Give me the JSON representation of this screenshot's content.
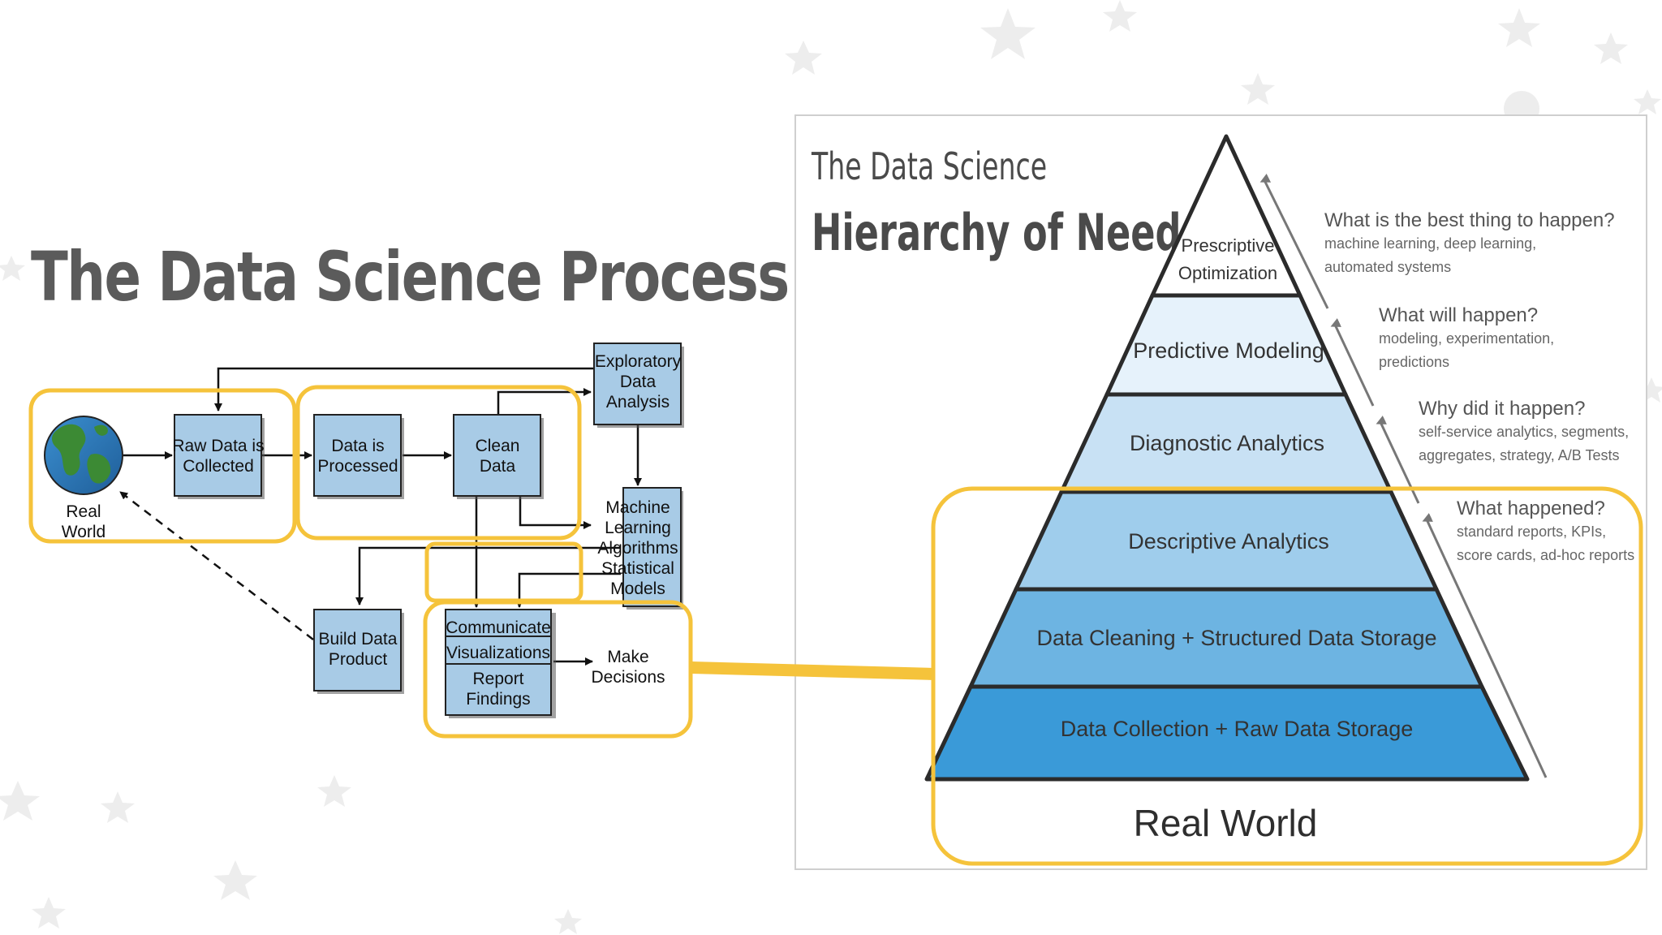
{
  "process": {
    "title": "The Data Science Process",
    "real_world": [
      "Real",
      "World"
    ],
    "raw_data": [
      "Raw Data is",
      "Collected"
    ],
    "processed": [
      "Data is",
      "Processed"
    ],
    "clean": [
      "Clean",
      "Data"
    ],
    "eda": [
      "Exploratory",
      "Data",
      "Analysis"
    ],
    "ml": [
      "Machine",
      "Learning",
      "Algorithms",
      "Statistical",
      "Models"
    ],
    "build": [
      "Build Data",
      "Product"
    ],
    "communicate": "Communicate",
    "visualizations": "Visualizations",
    "report": [
      "Report",
      "Findings"
    ],
    "decisions": [
      "Make",
      "Decisions"
    ]
  },
  "hierarchy": {
    "title_line1": "The Data Science",
    "title_line2": "Hierarchy of Needs",
    "levels": [
      [
        "Prescriptive",
        "Optimization"
      ],
      [
        "Predictive Modeling"
      ],
      [
        "Diagnostic Analytics"
      ],
      [
        "Descriptive Analytics"
      ],
      [
        "Data Cleaning + Structured Data Storage"
      ],
      [
        "Data Collection + Raw Data Storage"
      ]
    ],
    "base": "Real World",
    "questions": [
      {
        "q": "What is the best thing to happen?",
        "d1": "machine learning, deep learning,",
        "d2": "automated systems"
      },
      {
        "q": "What will happen?",
        "d1": "modeling, experimentation,",
        "d2": "predictions"
      },
      {
        "q": "Why did it happen?",
        "d1": "self-service analytics, segments,",
        "d2": "aggregates, strategy, A/B Tests"
      },
      {
        "q": "What happened?",
        "d1": "standard reports, KPIs,",
        "d2": "score cards, ad-hoc reports"
      }
    ]
  },
  "colors": {
    "highlight": "#f5c33b",
    "box_fill": "#a8cbe6",
    "title_gray": "#5b5b5b",
    "pyramid": [
      "#ffffff",
      "#e6f2fb",
      "#c8e1f4",
      "#9fcdec",
      "#6db4e2",
      "#3a9ad8"
    ]
  }
}
